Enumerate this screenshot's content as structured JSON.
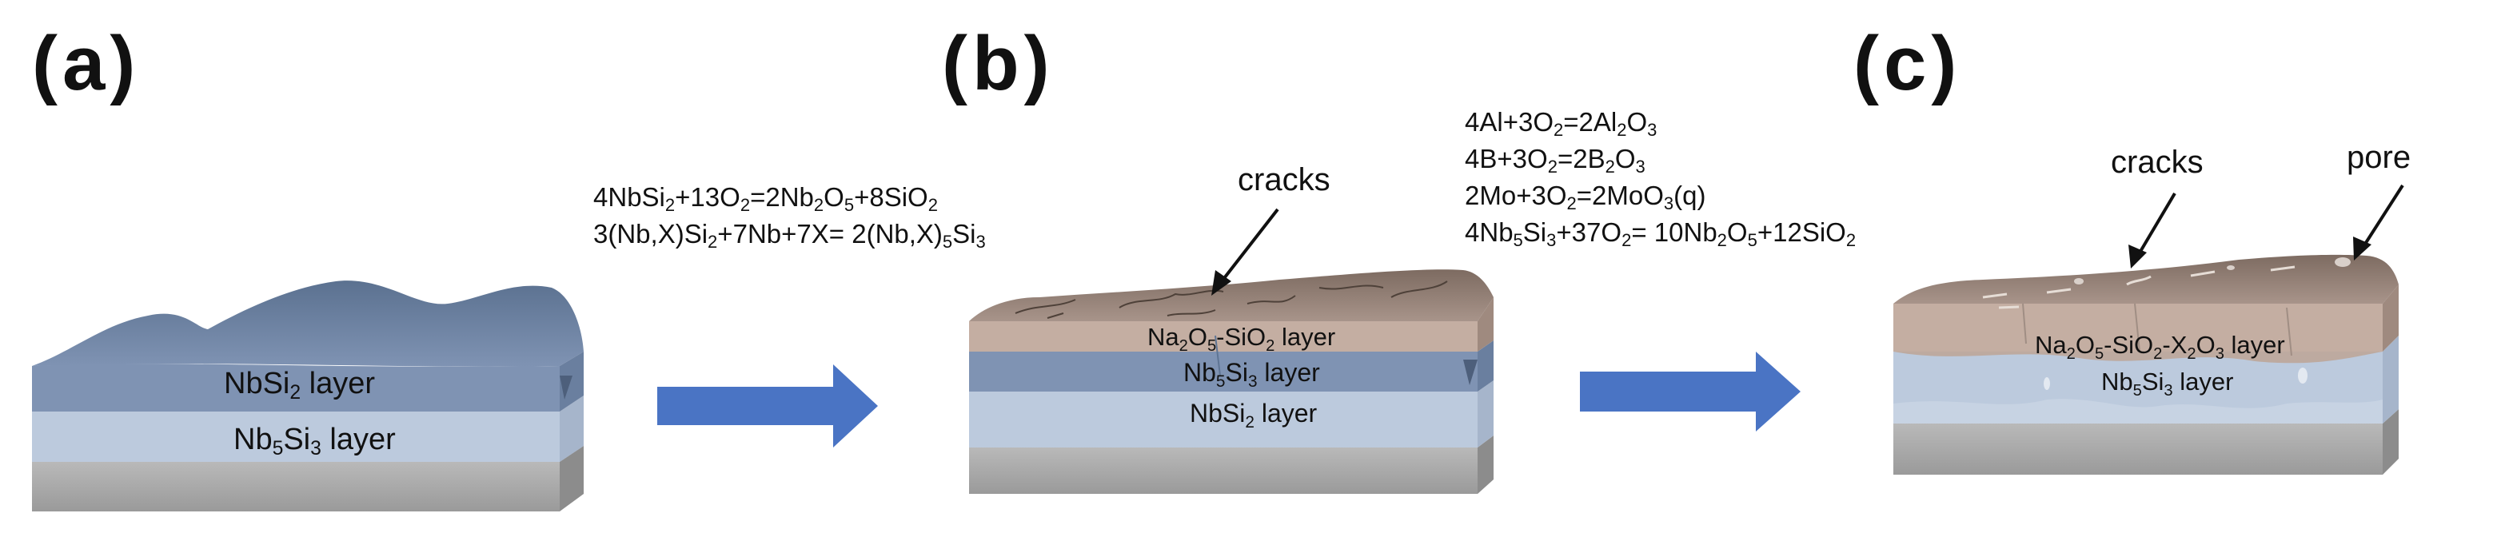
{
  "panels": [
    {
      "label": "(a)",
      "layers": [
        "NbSi2 layer",
        "Nb5Si3 layer"
      ]
    },
    {
      "label": "(b)",
      "layers": [
        "Na2O5-SiO2 layer",
        "Nb5Si3 layer",
        "NbSi2 layer"
      ],
      "callout": "cracks"
    },
    {
      "label": "(c)",
      "layers": [
        "Na2O5-SiO2-X2O3 layer",
        "Nb5Si3 layer"
      ],
      "callouts": [
        "cracks",
        "pore"
      ]
    }
  ],
  "reactions_ab": [
    "4NbSi2+13O2=2Nb2O5+8SiO2",
    "3(Nb,X)Si2+7Nb+7X= 2(Nb,X)5Si3"
  ],
  "reactions_bc": [
    "4Al+3O2=2Al2O3",
    "4B+3O2=2B2O3",
    "2Mo+3O2=2MoO3(q)",
    "4Nb5Si3+37O2= 10Nb2O5+12SiO2"
  ],
  "colors": {
    "nbsi2": "#7f93b3",
    "nbsi2_top": "#5f7594",
    "nb5si3": "#bccadd",
    "substrate": "#a9a9a9",
    "oxide": "#c4aea2",
    "oxide_top": "#8e7a6e",
    "arrow": "#4a74c4"
  },
  "icons": [
    "right-arrow-icon",
    "pointer-arrow-icon"
  ]
}
